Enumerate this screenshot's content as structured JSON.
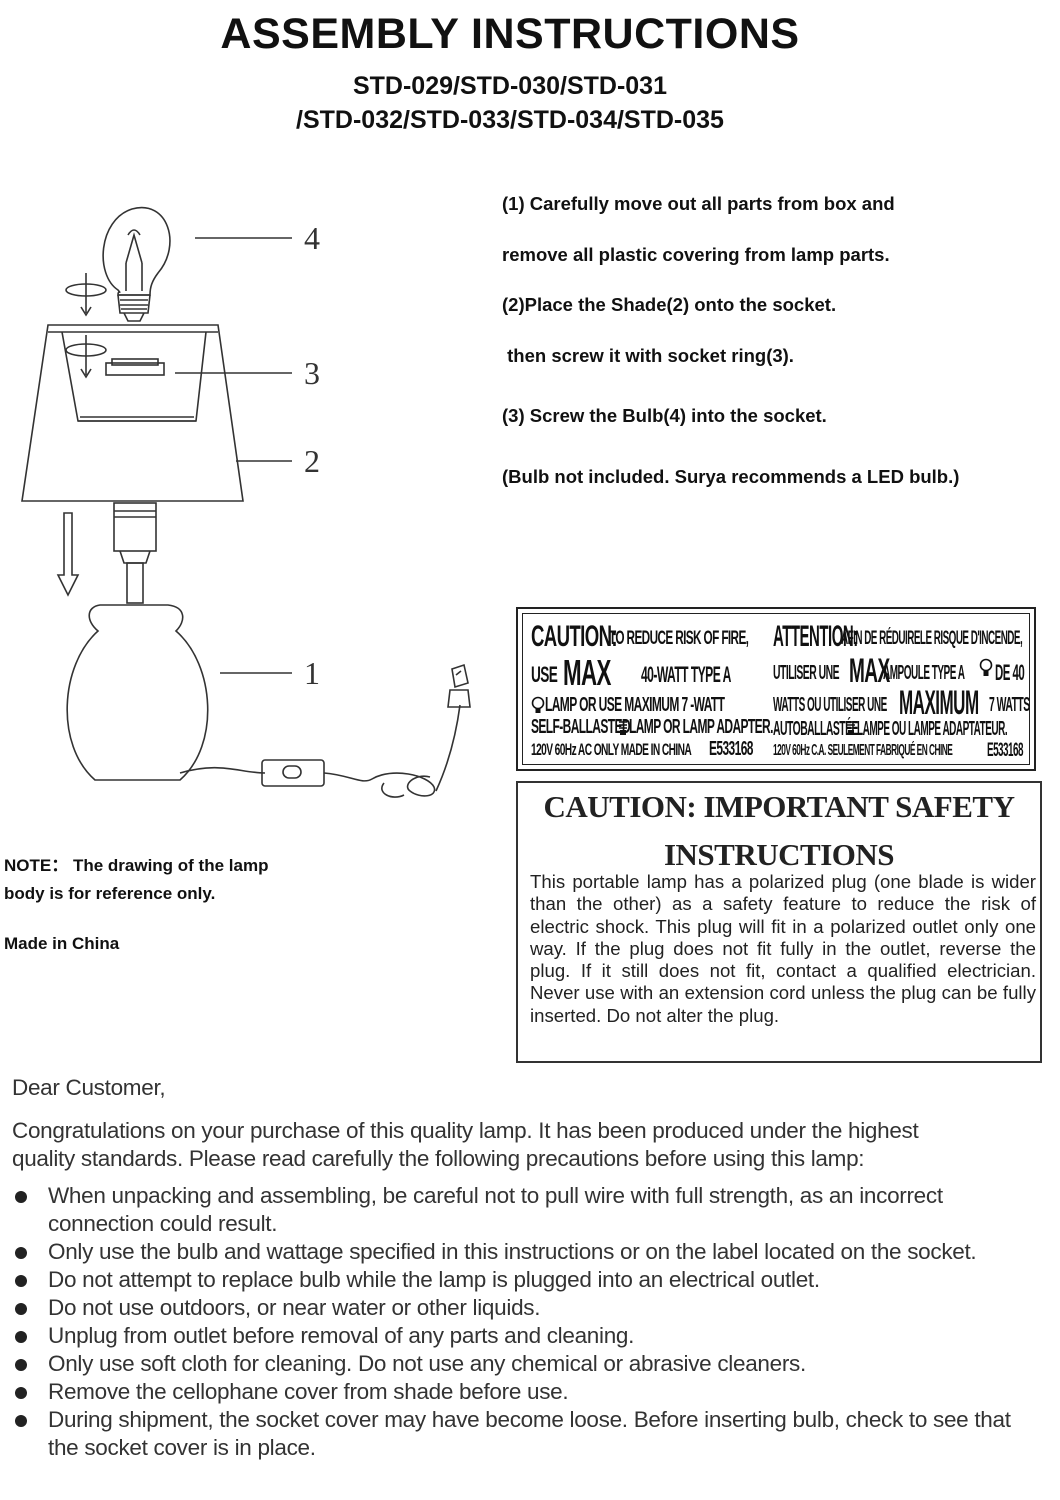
{
  "header": {
    "title": "ASSEMBLY INSTRUCTIONS",
    "models_line1": "STD-029/STD-030/STD-031",
    "models_line2": "/STD-032/STD-033/STD-034/STD-035"
  },
  "diagram": {
    "callouts": [
      "4",
      "3",
      "2",
      "1"
    ]
  },
  "steps": [
    "(1) Carefully move out all parts from box and",
    "remove all plastic covering from lamp parts.",
    "(2)Place the Shade(2) onto the socket.",
    " then screw it with socket ring(3).",
    "(3) Screw the Bulb(4) into the socket.",
    "(Bulb not included. Surya recommends a LED bulb.)"
  ],
  "note": {
    "line1": "NOTE： The drawing of the lamp",
    "line2": "body is for reference only.",
    "made_in": "Made in China"
  },
  "caution_label": {
    "en_heading": "CAUTION:",
    "en_l1": "TO REDUCE RISK OF FIRE,",
    "en_use": "USE",
    "en_max": "MAX",
    "en_watt": "40-WATT TYPE A",
    "en_l3": "LAMP OR USE MAXIMUM  7 -WATT",
    "en_l4": "SELF-BALLASTED",
    "en_l4b": "LAMP OR LAMP ADAPTER.",
    "en_l5": "120V 60Hz AC ONLY MADE IN CHINA",
    "en_code": "E533168",
    "fr_heading": "ATTENTION:",
    "fr_l1": "AFIN DE RÉDUIRELE RISQUE D'INCENDE,",
    "fr_use": "UTILISER UNE",
    "fr_max": "MAX",
    "fr_l2b": "AMPOULE TYPE A",
    "fr_de40": "DE 40",
    "fr_l3a": "WATTS OU UTILISER UNE",
    "fr_maximum": "MAXIMUM",
    "fr_7w": "7 WATTS",
    "fr_l4": "AUTOBALLASTÉE",
    "fr_l4b": "LAMPE OU LAMPE ADAPTATEUR.",
    "fr_l5": "120V 60Hz C.A. SEULEMENT FABRIQUÉ EN CHINE",
    "fr_code": "E533168"
  },
  "safety": {
    "title1": "CAUTION: IMPORTANT SAFETY",
    "title2": "INSTRUCTIONS",
    "body": "This portable lamp has a polarized plug (one blade is wider than the other) as a safety feature to reduce the risk of electric shock. This plug will fit in a polarized outlet only one way. If the plug does not fit fully in the outlet, reverse the plug. If it still does not fit, contact a qualified electrician. Never use with an extension cord unless the plug can be fully inserted. Do not alter the plug."
  },
  "letter": {
    "greeting": "Dear Customer,",
    "intro1": "Congratulations on your purchase of this quality lamp. It has been produced under the highest",
    "intro2": "quality standards. Please read carefully the following precautions before using this lamp:",
    "precautions": [
      "When unpacking and assembling, be careful not to pull wire with full strength, as an incorrect connection could result.",
      "Only use the bulb and wattage specified in this instructions or on the label located on the socket.",
      "Do not attempt to replace bulb while the lamp is plugged into an electrical outlet.",
      "Do not use outdoors, or near water or other liquids.",
      "Unplug from outlet before removal of any parts and cleaning.",
      "Only use soft cloth for cleaning. Do not use any chemical or abrasive cleaners.",
      "Remove the cellophane cover from shade before use.",
      "During shipment, the socket cover may have become loose. Before inserting bulb, check to see that the socket cover is in place."
    ]
  }
}
